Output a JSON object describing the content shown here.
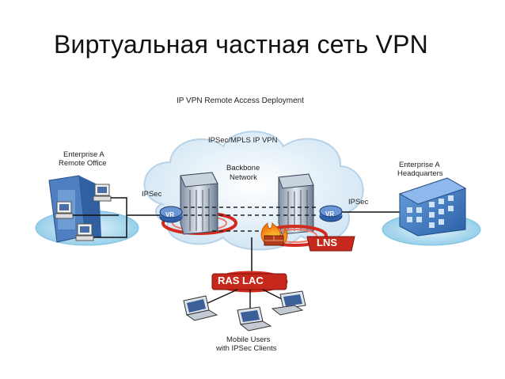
{
  "slide": {
    "title": "Виртуальная частная сеть VPN"
  },
  "diagram": {
    "heading": "IP VPN Remote Access Deployment",
    "cloud_label": "IPSec/MPLS IP VPN",
    "backbone_line1": "Backbone",
    "backbone_line2": "Network",
    "left_site_line1": "Enterprise A",
    "left_site_line2": "Remote Office",
    "right_site_line1": "Enterprise A",
    "right_site_line2": "Headquarters",
    "ipsec_left": "IPSec",
    "ipsec_right": "IPSec",
    "vr_label": "VR",
    "lns_label": "LNS",
    "ras_lac_label": "RAS LAC",
    "mobile_line1": "Mobile Users",
    "mobile_line2": "with IPSec Clients",
    "colors": {
      "cloud": "#dcecf6",
      "router_blue": "#2f5fa8",
      "ring_red": "#d22a1e",
      "building_blue": "#3c7cc8",
      "dashed": "#222222"
    }
  }
}
